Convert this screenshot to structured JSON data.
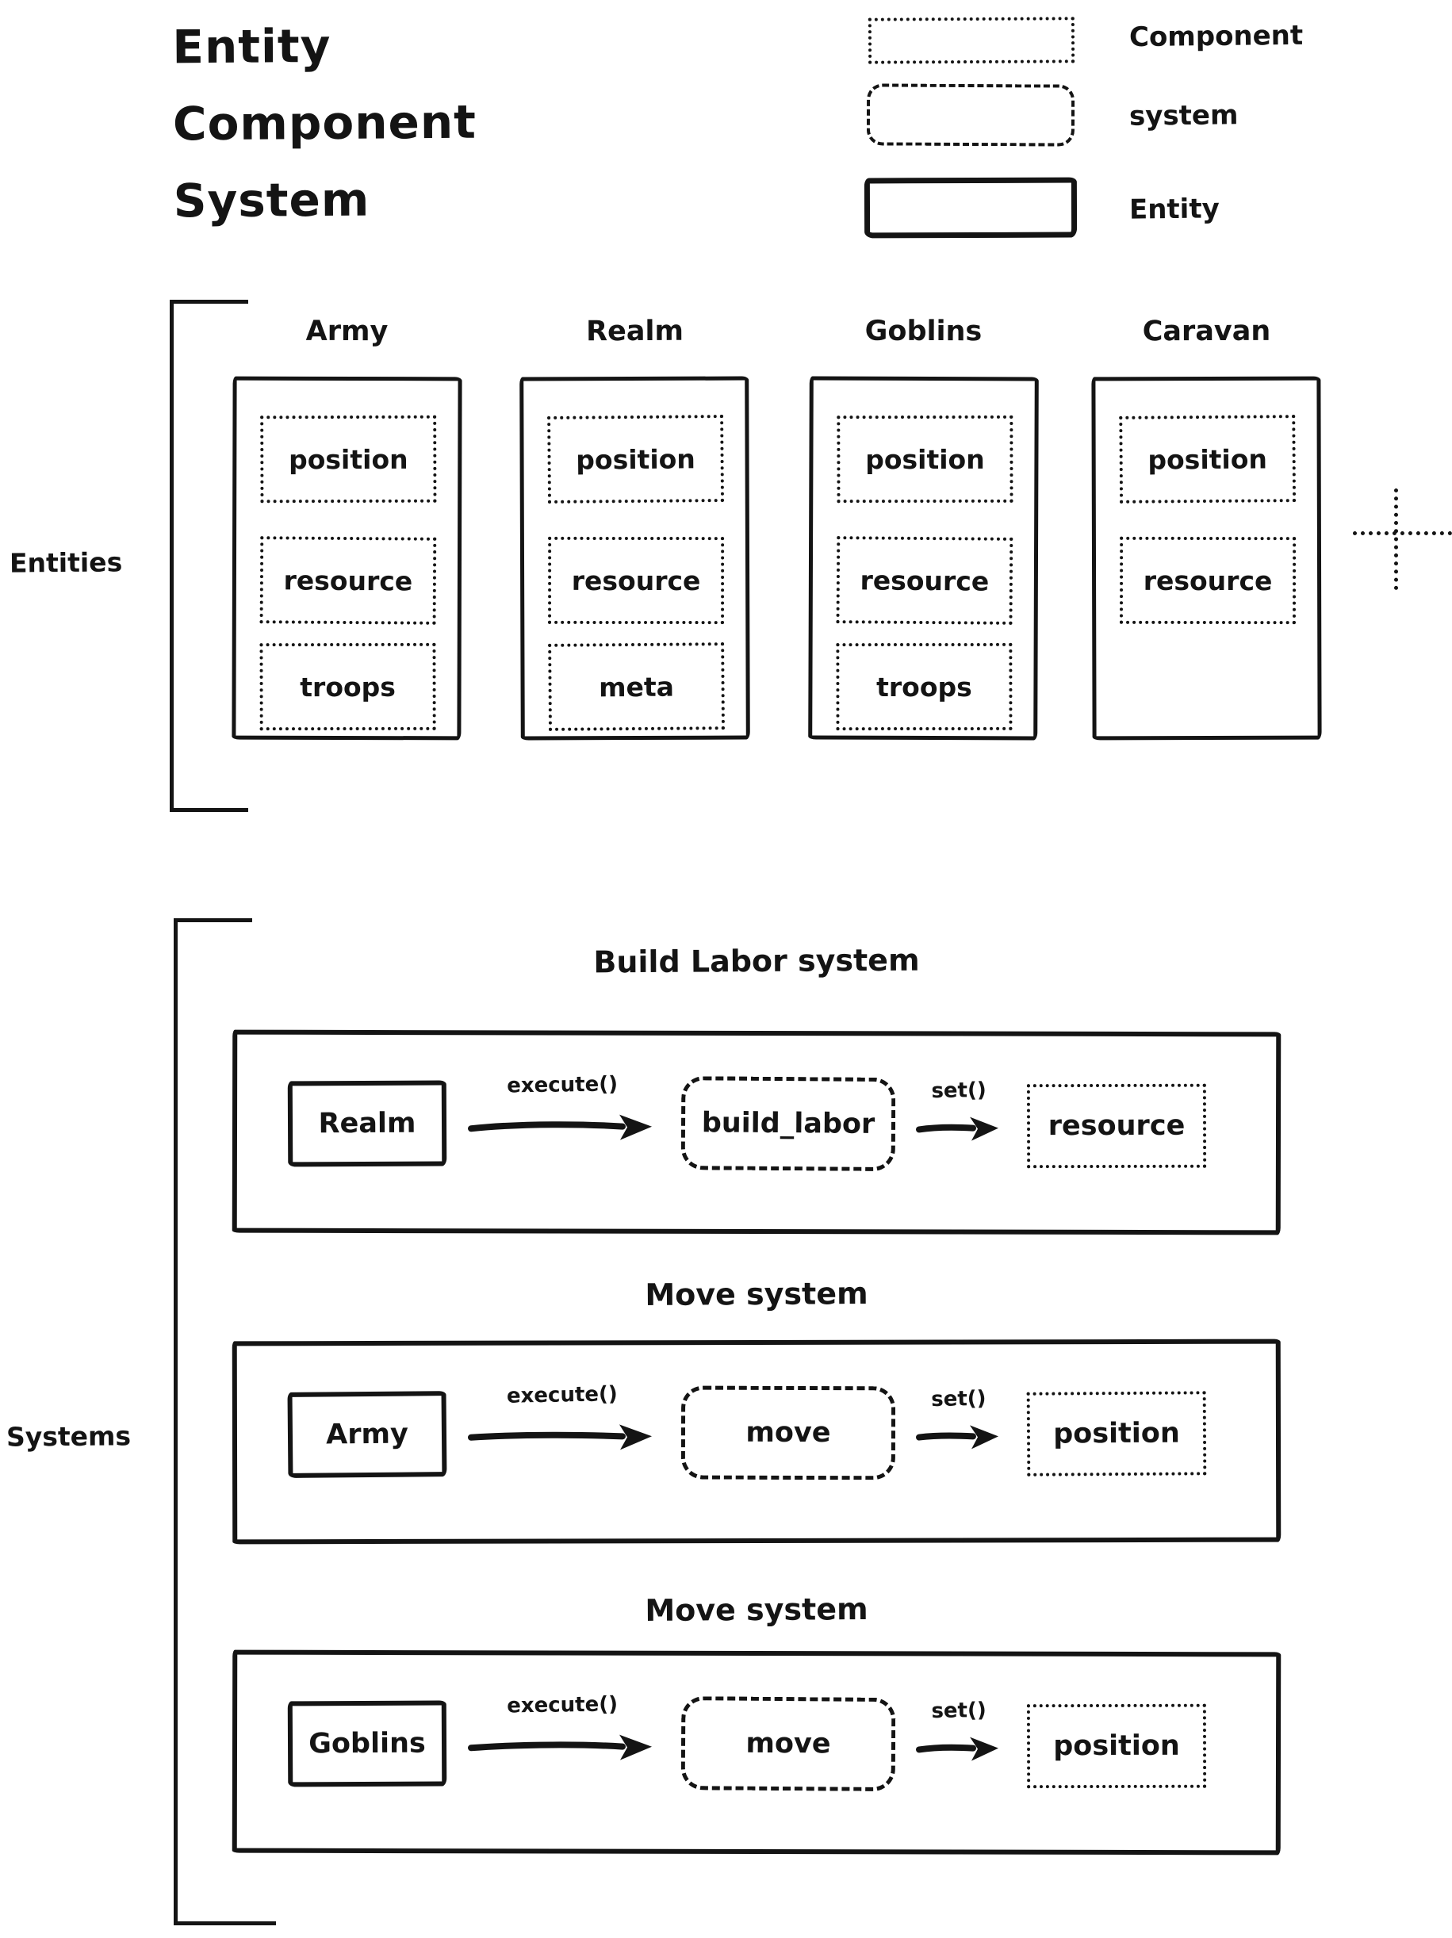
{
  "title": {
    "lines": [
      "Entity",
      "Component",
      "System"
    ]
  },
  "legend": {
    "items": [
      {
        "shape": "dotted-box",
        "label": "Component"
      },
      {
        "shape": "dashed-box",
        "label": "system"
      },
      {
        "shape": "solid-box",
        "label": "Entity"
      }
    ]
  },
  "entities_section": {
    "label": "Entities",
    "entities": [
      {
        "name": "Army",
        "components": [
          "position",
          "resource",
          "troops"
        ]
      },
      {
        "name": "Realm",
        "components": [
          "position",
          "resource",
          "meta"
        ]
      },
      {
        "name": "Goblins",
        "components": [
          "position",
          "resource",
          "troops"
        ]
      },
      {
        "name": "Caravan",
        "components": [
          "position",
          "resource"
        ]
      }
    ],
    "more_indicator": "plus"
  },
  "systems_section": {
    "label": "Systems",
    "systems": [
      {
        "title": "Build Labor system",
        "entity": "Realm",
        "call_label": "execute()",
        "action": "build_labor",
        "set_label": "set()",
        "component": "resource"
      },
      {
        "title": "Move system",
        "entity": "Army",
        "call_label": "execute()",
        "action": "move",
        "set_label": "set()",
        "component": "position"
      },
      {
        "title": "Move system",
        "entity": "Goblins",
        "call_label": "execute()",
        "action": "move",
        "set_label": "set()",
        "component": "position"
      }
    ]
  },
  "colors": {
    "ink": "#141414",
    "background": "#ffffff"
  }
}
